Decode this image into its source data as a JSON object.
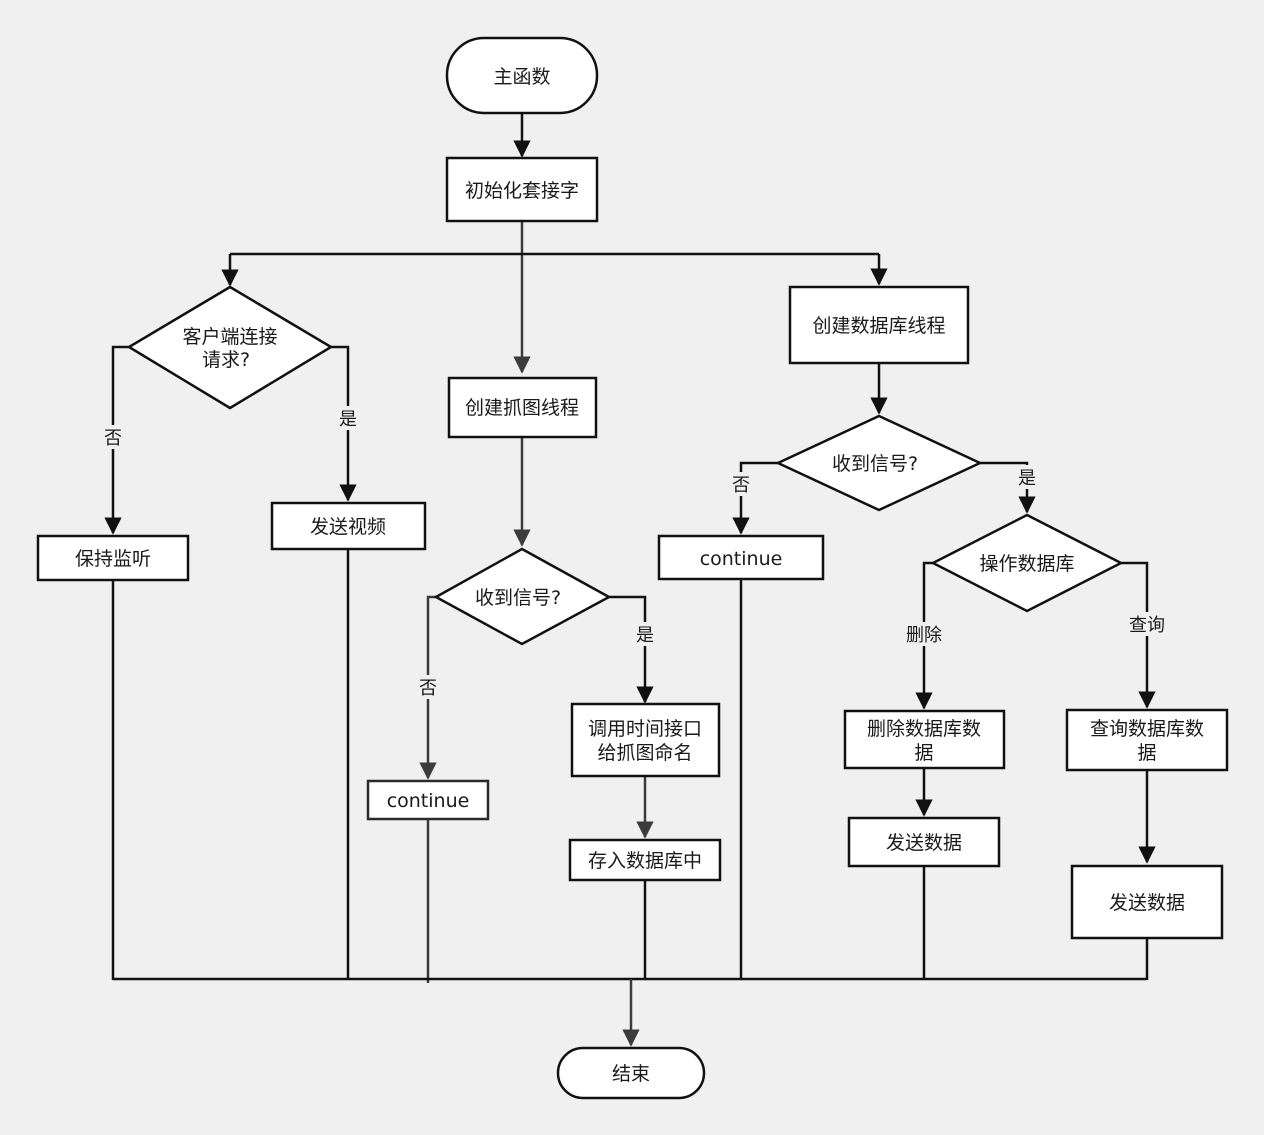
{
  "nodes": {
    "main_func": "主函数",
    "init_socket": "初始化套接字",
    "client_request_line1": "客户端连接",
    "client_request_line2": "请求?",
    "create_capture_thread": "创建抓图线程",
    "create_db_thread": "创建数据库线程",
    "keep_listening": "保持监听",
    "send_video": "发送视频",
    "signal_capture": "收到信号?",
    "signal_db": "收到信号?",
    "continue_capture": "continue",
    "continue_db": "continue",
    "call_time_line1": "调用时间接口",
    "call_time_line2": "给抓图命名",
    "store_db": "存入数据库中",
    "operate_db": "操作数据库",
    "delete_db_line1": "删除数据库数",
    "delete_db_line2": "据",
    "query_db_line1": "查询数据库数",
    "query_db_line2": "据",
    "send_data_delete": "发送数据",
    "send_data_query": "发送数据",
    "end": "结束"
  },
  "edge_labels": {
    "client_no": "否",
    "client_yes": "是",
    "capture_no": "否",
    "capture_yes": "是",
    "db_no": "否",
    "db_yes": "是",
    "op_delete": "删除",
    "op_query": "查询"
  },
  "colors": {
    "background": "#f0f0f0",
    "node_fill": "#ffffff",
    "stroke": "#111111"
  }
}
